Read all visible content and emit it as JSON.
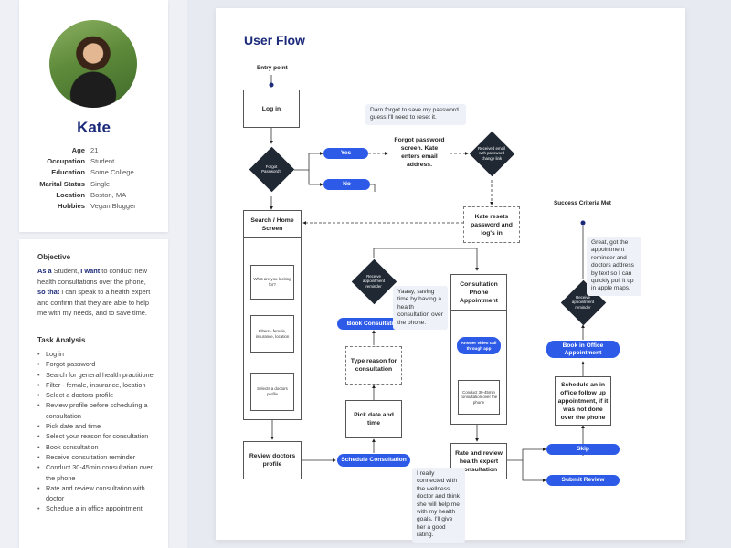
{
  "persona": {
    "name": "Kate",
    "attributes": [
      {
        "key": "Age",
        "value": "21"
      },
      {
        "key": "Occupation",
        "value": "Student"
      },
      {
        "key": "Education",
        "value": "Some College"
      },
      {
        "key": "Marital Status",
        "value": "Single"
      },
      {
        "key": "Location",
        "value": "Boston, MA"
      },
      {
        "key": "Hobbies",
        "value": "Vegan Blogger"
      }
    ],
    "objective_title": "Objective",
    "objective": {
      "p1": "As a",
      "p2": " Student, ",
      "p3": "I want",
      "p4": " to conduct new health consultations over the phone, ",
      "p5": "so that",
      "p6": " I can speak to a health expert and confirm that they are able to help me with my needs, and to save time."
    },
    "tasks_title": "Task Analysis",
    "tasks": [
      "Log in",
      "Forgot password",
      "Search for general health practitioner",
      "Filter - female, insurance, location",
      "Select a doctors profile",
      "Review profile before scheduling a consultation",
      "Pick date and time",
      "Select your reason for consultation",
      "Book consultation",
      "Receive consultation reminder",
      "Conduct 30-45min consultation over the phone",
      "Rate and review consultation with doctor",
      "Schedule a in office appointment"
    ]
  },
  "flow": {
    "title": "User Flow",
    "entry_point": "Entry point",
    "success": "Success Criteria Met",
    "login": "Log in",
    "forgot_diamond": "Forgot Password?",
    "yes": "Yes",
    "no": "No",
    "forgot_screen": "Forgot password screen. Kate enters email address.",
    "received_diamond": "Received email with password change link",
    "kate_resets": "Kate resets password and log's in",
    "note_forgot": "Darn forgot to save my password guess I'll need to reset it.",
    "search_home": "Search / Home Screen",
    "what_looking": "What are you looking for?",
    "filters": "Filters - female, insurance, location",
    "selects_profile": "Selects a doctors profile",
    "review_profile": "Review doctors profile",
    "schedule_consultation": "Schedule Consultation",
    "pick_date": "Pick date and time",
    "type_reason": "Type reason for consultation",
    "book_consultation": "Book Consultation",
    "receive_reminder": "Receive appointment reminder",
    "note_saving": "Yaaay, saving time by having a health consultation over the phone.",
    "consultation_phone": "Consultation Phone Appointment",
    "answer_video": "Answer video call through app",
    "conduct": "Conduct 30-45min consultation over the phone",
    "rate_review": "Rate and review health expert consultation",
    "note_connected": "I really connected with the wellness doctor and think she will help me with my health goals. I'll give her a good rating.",
    "skip": "Skip",
    "submit_review": "Submit Review",
    "schedule_office": "Schedule an in office follow up appointment, if it was not done over the phone",
    "book_office": "Book in Office Appointment",
    "receive_reminder2": "Receive appointment reminder",
    "note_great": "Great, got the appointment reminder and doctors address by text so I can quickly pull it up in apple maps."
  },
  "colors": {
    "accent": "#2d5be8",
    "title": "#1c2a7a",
    "diamond": "#1f2833"
  }
}
